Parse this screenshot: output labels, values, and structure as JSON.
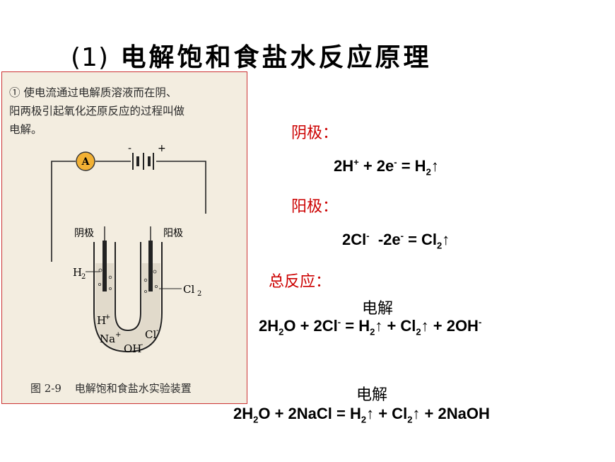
{
  "title": {
    "number": "(1)",
    "text": "电解饱和食盐水反应原理"
  },
  "figure": {
    "intro_line1": "① 使电流通过电解质溶液而在阴、",
    "intro_line2": "阳两极引起氧化还原反应的过程叫做",
    "intro_line3": "电解。",
    "ammeter": "A",
    "battery_minus": "-",
    "battery_plus": "+",
    "left_electrode": "阴极",
    "right_electrode": "阳极",
    "h2_label": "H",
    "h2_sub": "2",
    "cl2_label": "Cl",
    "cl2_sub": "2",
    "h_ion": "H",
    "h_ion_sup": "+",
    "na_ion": "Na",
    "na_ion_sup": "+",
    "oh_ion": "OH",
    "oh_ion_sup": "-",
    "cl_ion": "Cl",
    "cl_ion_sup": "-",
    "caption_number": "图 2-9",
    "caption_text": "电解饱和食盐水实验装置"
  },
  "cathode": {
    "label": "阴极：",
    "equation": {
      "parts": [
        "2H",
        "+",
        " + 2e",
        "-",
        " = H",
        "2",
        "↑"
      ]
    }
  },
  "anode": {
    "label": "阳极：",
    "equation": {
      "parts": [
        "2Cl",
        "-",
        "  -2e",
        "-",
        " = Cl",
        "2",
        "↑"
      ]
    }
  },
  "total": {
    "label": "总反应：",
    "condition1": "电解",
    "equation1": {
      "parts": [
        "2H",
        "2",
        "O + 2Cl",
        "-",
        " = H",
        "2",
        "↑ + Cl",
        "2",
        "↑ + 2OH",
        "-"
      ]
    },
    "condition2": "电解",
    "equation2": {
      "parts": [
        "2H",
        "2",
        "O + 2NaCl = H",
        "2",
        "↑ + Cl",
        "2",
        "↑ + 2NaOH"
      ]
    }
  },
  "colors": {
    "label_red": "#cc0000",
    "figure_border": "#cc3333",
    "figure_bg": "#f3ede0",
    "ammeter_fill": "#f2b134"
  }
}
